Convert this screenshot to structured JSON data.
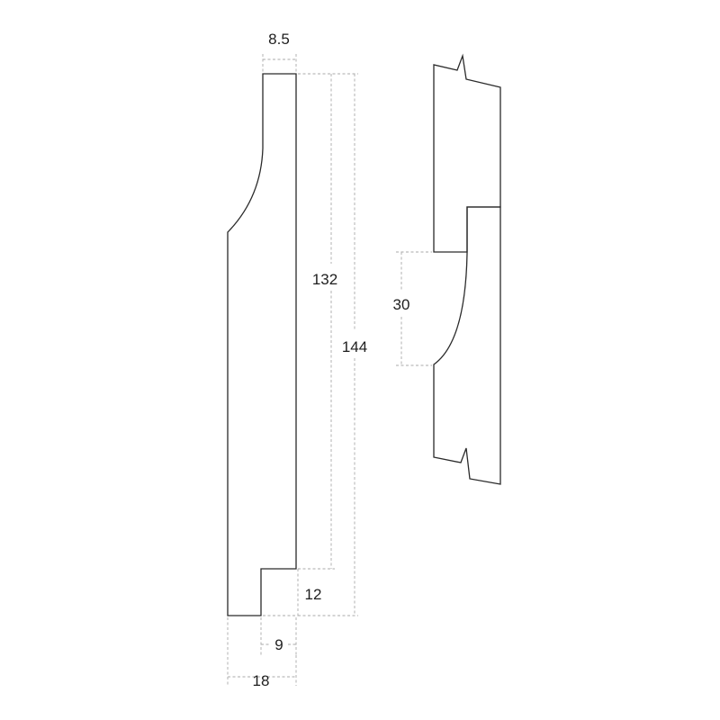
{
  "colors": {
    "outline": "#2a2a2a",
    "dimension_line": "#a8a8a8",
    "text": "#1e1e1e",
    "background": "#ffffff"
  },
  "dimensions": {
    "top_width": "8.5",
    "inner_height": "132",
    "total_height": "144",
    "notch_height": "12",
    "notch_width": "9",
    "total_width": "18",
    "joint_gap": "30"
  }
}
